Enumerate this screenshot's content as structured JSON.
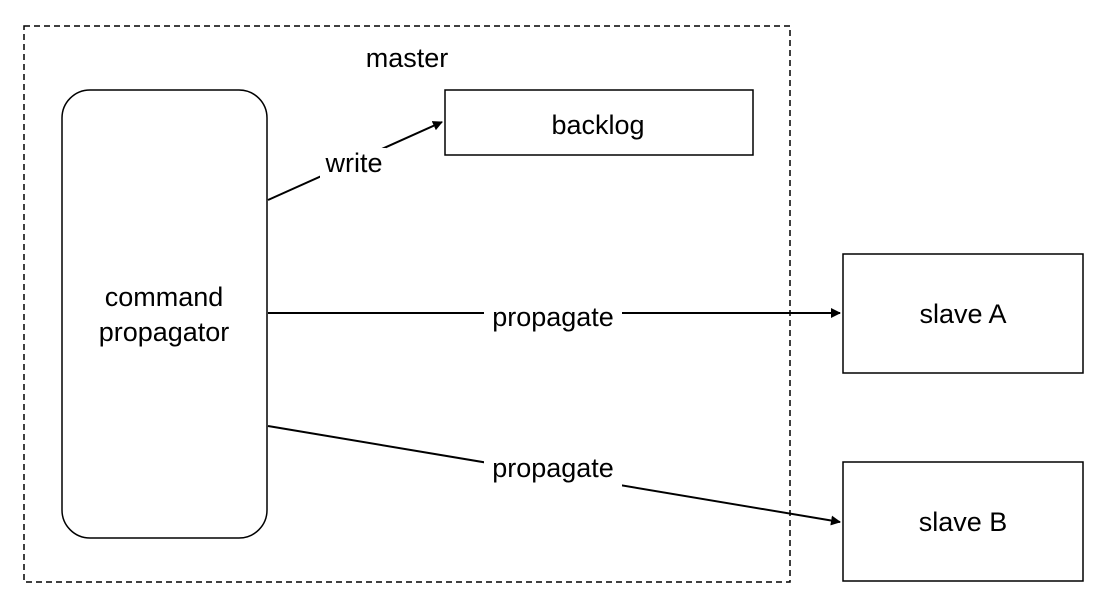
{
  "master": {
    "label": "master"
  },
  "command_propagator": {
    "line1": "command",
    "line2": "propagator"
  },
  "backlog": {
    "label": "backlog"
  },
  "slave_a": {
    "label": "slave A"
  },
  "slave_b": {
    "label": "slave B"
  },
  "edges": {
    "write": "write",
    "propagate_a": "propagate",
    "propagate_b": "propagate"
  },
  "colors": {
    "stroke": "#000000",
    "fill": "#ffffff",
    "text": "#000000"
  }
}
